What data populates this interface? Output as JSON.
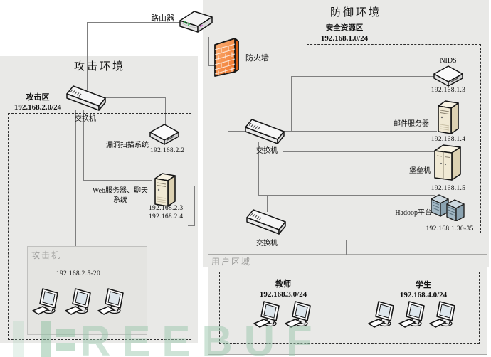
{
  "zones": {
    "attack_env": {
      "title": "攻击环境"
    },
    "defense_env": {
      "title": "防御环境"
    },
    "attack_area": {
      "name": "攻击区",
      "subnet": "192.168.2.0/24"
    },
    "security_area": {
      "name": "安全资源区",
      "subnet": "192.168.1.0/24"
    },
    "attack_machines": {
      "name": "攻击机",
      "ip_range": "192.168.2.5-20"
    },
    "user_area": {
      "name": "用户区域"
    },
    "teacher_group": {
      "name": "教师",
      "subnet": "192.168.3.0/24"
    },
    "student_group": {
      "name": "学生",
      "subnet": "192.168.4.0/24"
    }
  },
  "nodes": {
    "router": {
      "label": "路由器"
    },
    "firewall": {
      "label": "防火墙"
    },
    "attack_switch": {
      "label": "交换机"
    },
    "defense_switch_upper": {
      "label": "交换机"
    },
    "defense_switch_lower": {
      "label": "交换机"
    },
    "nids": {
      "label": "NIDS",
      "ip": "192.168.1.3"
    },
    "mail_server": {
      "label": "邮件服务器",
      "ip": "192.168.1.4"
    },
    "bastion_host": {
      "label": "堡垒机",
      "ip": "192.168.1.5"
    },
    "hadoop_platform": {
      "label": "Hadoop平台",
      "ip": "192.168.1.30-35"
    },
    "vuln_scanner": {
      "label": "漏洞扫描系统",
      "ip": "192.168.2.2"
    },
    "web_chat_server": {
      "label_line1": "Web服务器、聊天",
      "label_line2": "系统",
      "ip_1": "192.168.2.3",
      "ip_2": "192.168.2.4"
    }
  },
  "watermark": {
    "text": "REEBUF"
  },
  "colors": {
    "zone_fill": "#e9e9e7",
    "firewall_orange": "#f5813d",
    "server_beige": "#f0e9d4",
    "hadoop_blue": "#a3b8c4",
    "line_gray": "#7f7f7f",
    "watermark_green": "#97c5aa"
  }
}
